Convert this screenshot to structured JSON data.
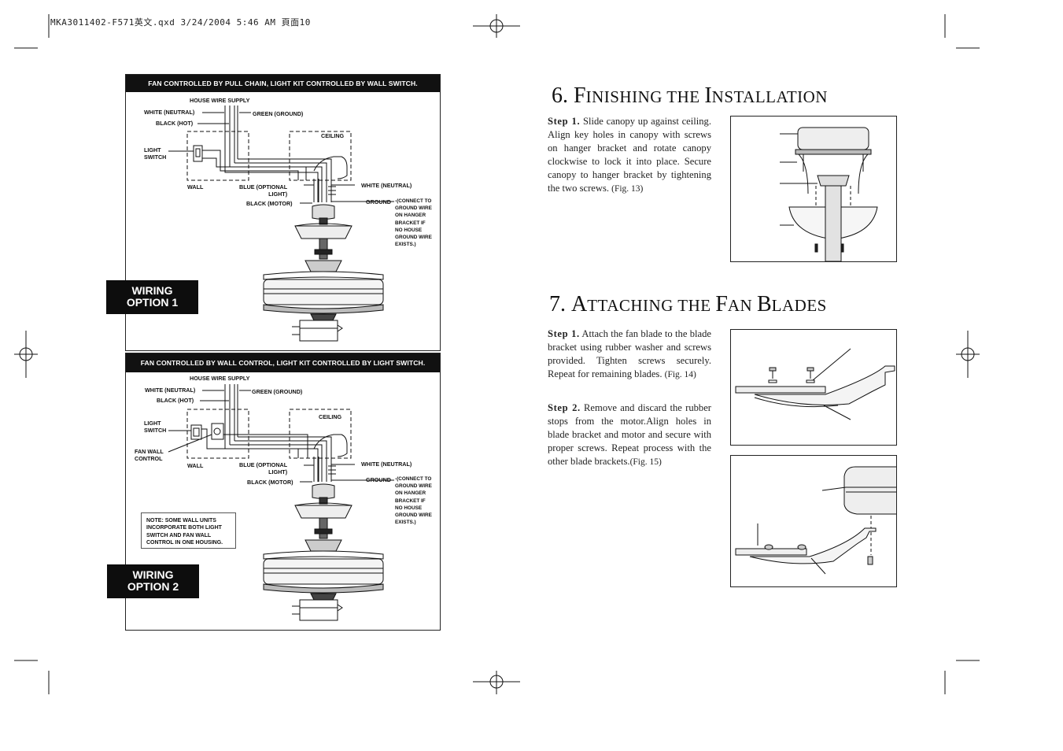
{
  "slug": "MKA3011402-F571英文.qxd  3/24/2004  5:46 AM  頁面10",
  "wiring1": {
    "header": "FAN CONTROLLED BY PULL CHAIN, LIGHT KIT CONTROLLED BY WALL SWITCH.",
    "labels": {
      "house_wire_supply": "HOUSE WIRE SUPPLY",
      "white_neutral": "WHITE (NEUTRAL)",
      "black_hot": "BLACK (HOT)",
      "green_ground": "GREEN (GROUND)",
      "light_switch": "LIGHT\nSWITCH",
      "ceiling": "CEILING",
      "wall": "WALL",
      "blue_optional": "BLUE (OPTIONAL\nLIGHT)",
      "black_motor": "BLACK (MOTOR)",
      "white_neutral_right": "WHITE (NEUTRAL)",
      "ground": "GROUND",
      "ground_note": "-(CONNECT TO\nGROUND WIRE\nON HANGER\nBRACKET IF\nNO HOUSE\nGROUND WIRE\nEXISTS.)"
    },
    "badge": "WIRING\nOPTION 1"
  },
  "wiring2": {
    "header": "FAN CONTROLLED BY WALL CONTROL, LIGHT KIT CONTROLLED BY LIGHT SWITCH.",
    "labels": {
      "house_wire_supply": "HOUSE WIRE SUPPLY",
      "white_neutral": "WHITE (NEUTRAL)",
      "black_hot": "BLACK (HOT)",
      "green_ground": "GREEN (GROUND)",
      "light_switch": "LIGHT\nSWITCH",
      "fan_wall_control": "FAN WALL\nCONTROL",
      "ceiling": "CEILING",
      "wall": "WALL",
      "blue_optional": "BLUE (OPTIONAL\nLIGHT)",
      "black_motor": "BLACK (MOTOR)",
      "white_neutral_right": "WHITE (NEUTRAL)",
      "ground": "GROUND",
      "ground_note": "-(CONNECT TO\nGROUND WIRE\nON HANGER\nBRACKET IF\nNO HOUSE\nGROUND WIRE\nEXISTS.)"
    },
    "note": "NOTE: SOME WALL UNITS\nINCORPORATE BOTH LIGHT\nSWITCH AND FAN WALL\nCONTROL IN ONE HOUSING.",
    "badge": "WIRING\nOPTION 2"
  },
  "section6": {
    "num": "6.",
    "title_initial1": "F",
    "title_rest1": "INISHING THE ",
    "title_initial2": "I",
    "title_rest2": "NSTALLATION",
    "step1_label": "Step 1.",
    "step1_text": " Slide canopy up against ceiling. Align key holes in canopy with screws on hanger bracket and rotate canopy clockwise to lock it into place. Secure canopy to hanger bracket by tightening the two screws. ",
    "step1_fig": "(Fig. 13)"
  },
  "section7": {
    "num": "7.",
    "title_initial1": "A",
    "title_rest1": "TTACHING THE ",
    "title_initial2": "F",
    "title_rest2": "AN ",
    "title_initial3": "B",
    "title_rest3": "LADES",
    "step1_label": "Step 1.",
    "step1_text": " Attach the fan blade to the blade bracket using rubber washer and screws provided. Tighten screws securely. Repeat for remaining blades. ",
    "step1_fig": "(Fig. 14)",
    "step2_label": "Step 2.",
    "step2_text": " Remove and discard the rubber stops from the motor.Align holes in blade bracket and motor and secure with proper screws. Repeat process with the other blade brackets.",
    "step2_fig": "(Fig. 15)"
  }
}
